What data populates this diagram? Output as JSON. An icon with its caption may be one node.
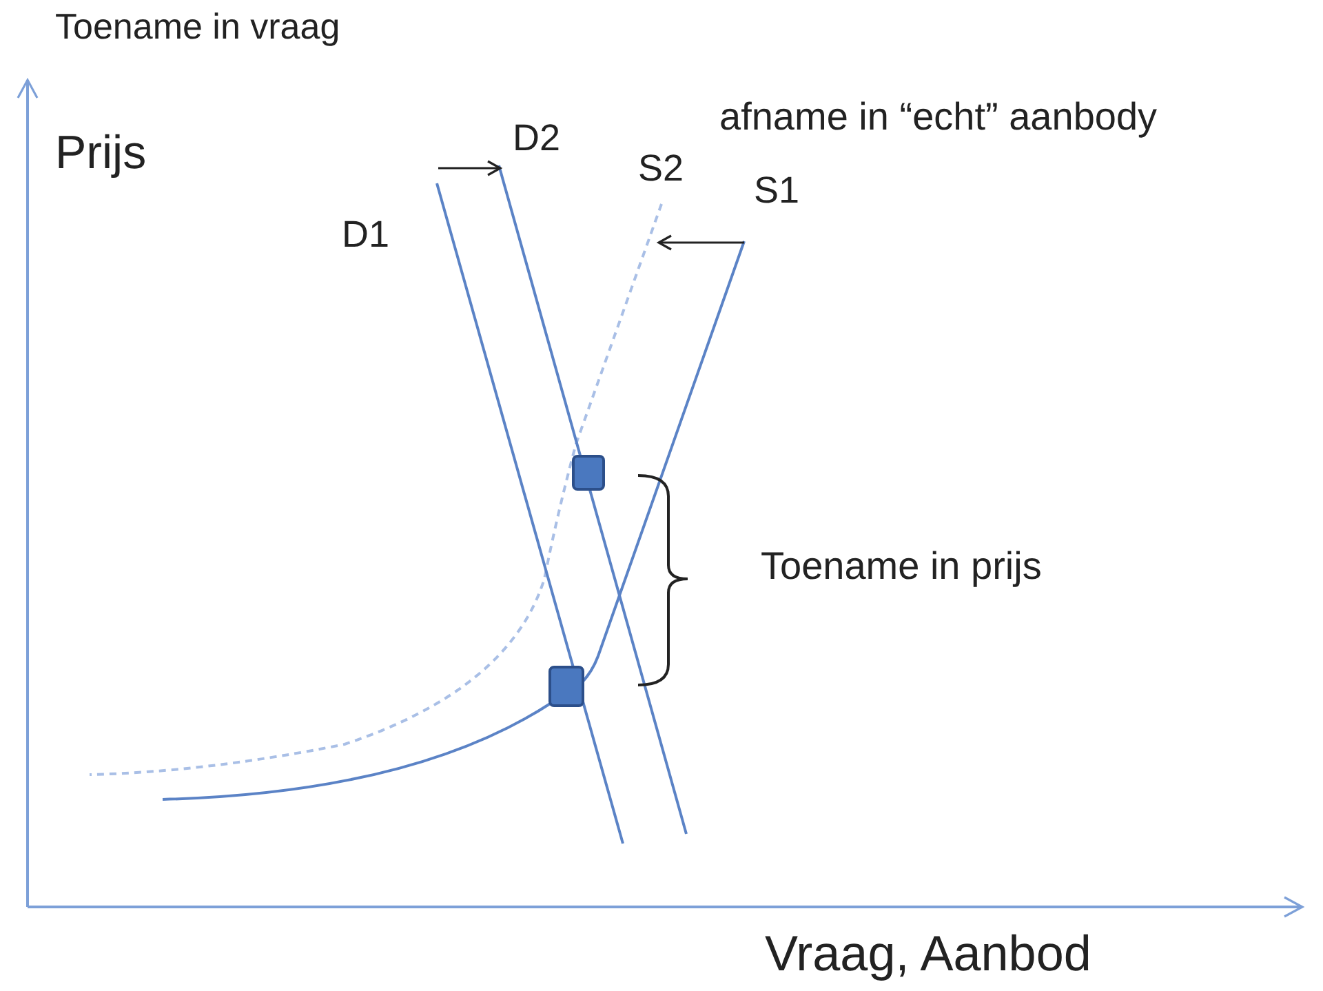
{
  "diagram": {
    "labels": [
      "Toename in vraag",
      "Prijs",
      "D2",
      "afname in “echt” aanbody",
      "S2",
      "S1",
      "D1",
      "Toename in prijs",
      "Vraag, Aanbod"
    ]
  }
}
